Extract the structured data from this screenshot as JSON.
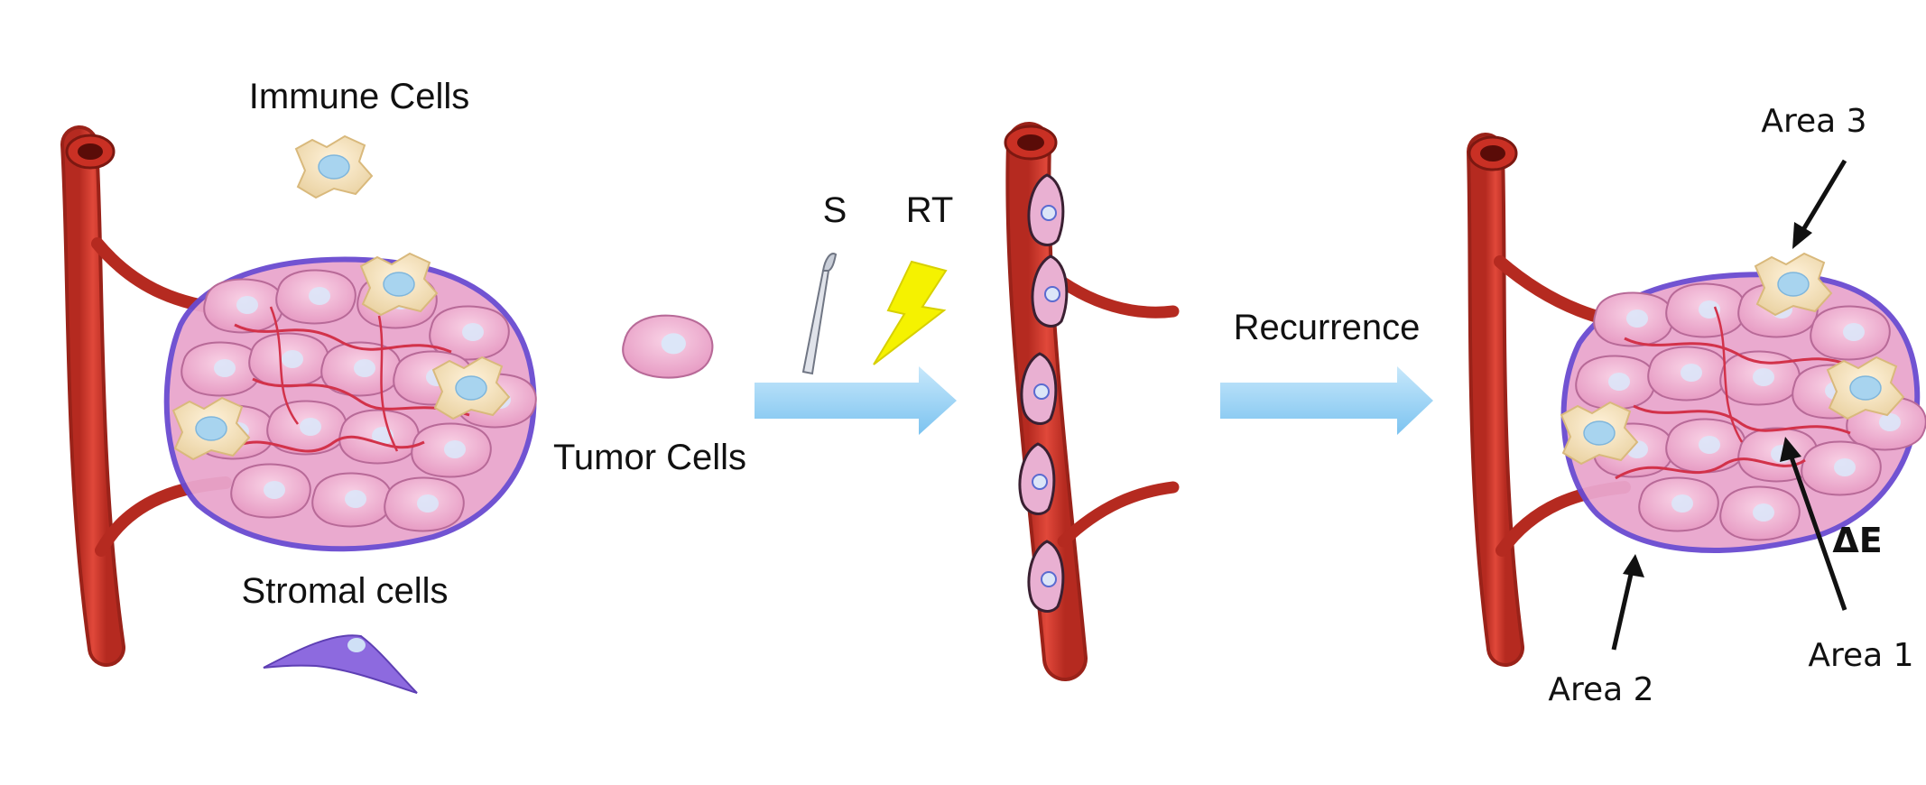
{
  "labels": {
    "immune_cells": "Immune Cells",
    "tumor_cells": "Tumor Cells",
    "stromal_cells": "Stromal cells",
    "surgery": "S",
    "radiotherapy": "RT",
    "recurrence": "Recurrence",
    "area_1": "Area 1",
    "area_2": "Area 2",
    "area_3": "Area 3",
    "delta_e": "ΔE"
  },
  "colors": {
    "vessel": "#d8382c",
    "vessel_dark": "#8f1a14",
    "tumor_cell": "#f2b6d6",
    "tumor_outline": "#c06a9a",
    "nucleus": "#cfe0f6",
    "immune_cell": "#f5e2bd",
    "immune_nucleus": "#a9d4ee",
    "stroma": "#7a5ad0",
    "arrow_blue": "#9fd3f5",
    "lightning": "#f5f200",
    "capillary": "#d2324a"
  },
  "icons": {
    "surgery": "scalpel-icon",
    "radiotherapy": "lightning-bolt-icon"
  }
}
